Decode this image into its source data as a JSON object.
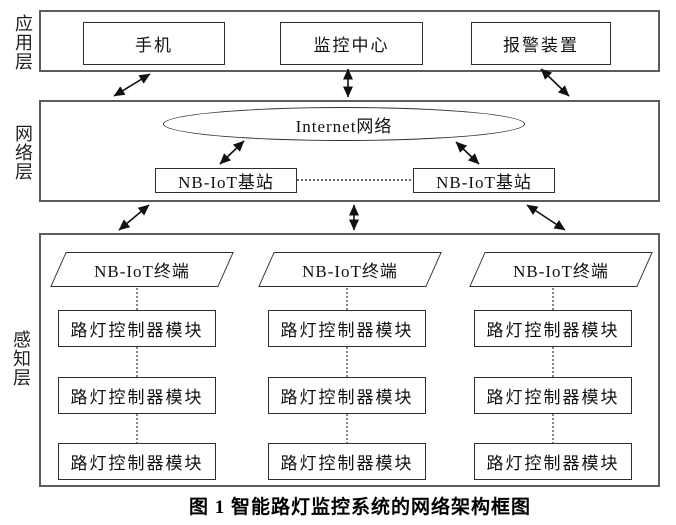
{
  "diagram": {
    "caption": "图 1  智能路灯监控系统的网络架构框图",
    "layers": {
      "application": {
        "label": "应用层",
        "nodes": {
          "phone": "手机",
          "monitor_center": "监控中心",
          "alarm_device": "报警装置"
        }
      },
      "network": {
        "label": "网络层",
        "internet_cloud": "Internet网络",
        "base_station_left": "NB-IoT基站",
        "base_station_right": "NB-IoT基站"
      },
      "perception": {
        "label": "感知层",
        "columns": [
          {
            "terminal": "NB-IoT终端",
            "modules": [
              "路灯控制器模块",
              "路灯控制器模块",
              "路灯控制器模块"
            ]
          },
          {
            "terminal": "NB-IoT终端",
            "modules": [
              "路灯控制器模块",
              "路灯控制器模块",
              "路灯控制器模块"
            ]
          },
          {
            "terminal": "NB-IoT终端",
            "modules": [
              "路灯控制器模块",
              "路灯控制器模块",
              "路灯控制器模块"
            ]
          }
        ]
      }
    },
    "colors": {
      "background": "#ffffff",
      "layer_border": "#5c5c5c",
      "box_border": "#2e2e2e",
      "arrow": "#111111",
      "text": "#1a1a1a"
    }
  }
}
